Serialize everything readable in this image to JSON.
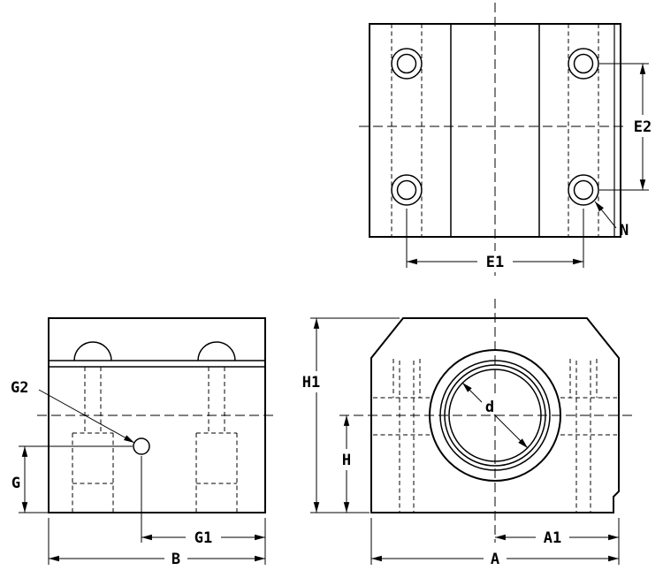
{
  "drawing": {
    "kind": "engineering-dimension-drawing",
    "views": [
      "top-view",
      "side-view",
      "front-view"
    ]
  },
  "colors": {
    "line": "#000000",
    "background": "#ffffff"
  },
  "labels": {
    "e2": "E2",
    "e1": "E1",
    "n": "N",
    "h1": "H1",
    "h": "H",
    "d": "d",
    "a1": "A1",
    "a": "A",
    "g2": "G2",
    "g": "G",
    "g1": "G1",
    "b": "B"
  }
}
